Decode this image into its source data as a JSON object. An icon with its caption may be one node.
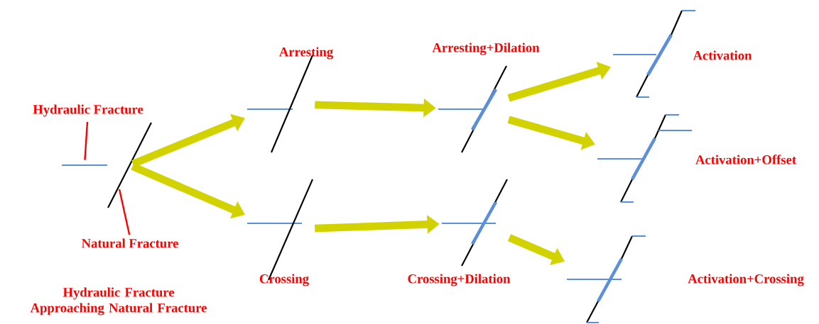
{
  "diagram": {
    "nodes": [
      {
        "text": [
          "Hydraulic Fracture"
        ]
      },
      {
        "text": [],
        "shape": "line"
      },
      {
        "text": [],
        "shape": "line"
      },
      {
        "text": [
          "Natural Fracture"
        ]
      },
      {
        "text": [
          "Arresting"
        ]
      },
      {
        "text": [
          "Crossing"
        ]
      },
      {
        "text": [
          "Arresting+Dilation"
        ]
      },
      {
        "text": [
          "Crossing+Dilation"
        ]
      },
      {
        "text": [
          "Activation"
        ]
      },
      {
        "text": [
          "Activation+Offset"
        ]
      },
      {
        "text": [
          "Activation+Crossing"
        ]
      }
    ],
    "edges": [
      {
        "from": 2,
        "to": 4,
        "arrow": "to"
      },
      {
        "from": 2,
        "to": 5,
        "arrow": "to"
      },
      {
        "from": 4,
        "to": 6,
        "arrow": "to"
      },
      {
        "from": 5,
        "to": 7,
        "arrow": "to"
      },
      {
        "from": 6,
        "to": 8,
        "arrow": "to"
      },
      {
        "from": 6,
        "to": 9,
        "arrow": "to"
      },
      {
        "from": 7,
        "to": 10,
        "arrow": "to"
      },
      {
        "from": 0,
        "to": 1,
        "arrow": "none",
        "color": "#ff0000"
      },
      {
        "from": 3,
        "to": 2,
        "arrow": "none",
        "color": "#ff0000"
      }
    ],
    "labels": [
      "Hydraulic Fracture Approaching Natural Fracture"
    ]
  }
}
